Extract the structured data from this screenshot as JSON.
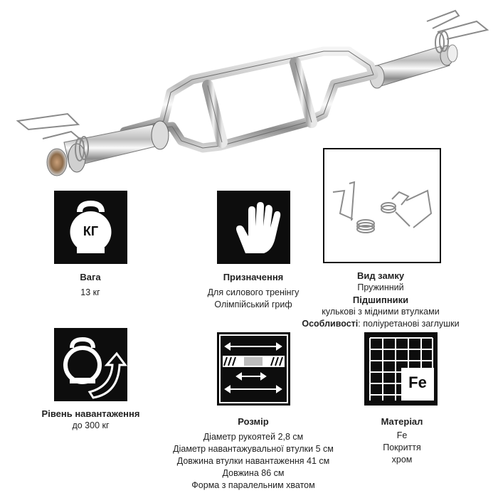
{
  "product_image": {
    "name": "triceps-bar-with-spring-clips"
  },
  "features": [
    {
      "icon": "kettlebell-icon",
      "icon_label": "КГ",
      "title": "Вага",
      "lines": [
        "13 кг"
      ]
    },
    {
      "icon": "hand-icon",
      "title": "Призначення",
      "lines": [
        "Для силового тренінгу",
        "Олімпійський гриф"
      ]
    },
    {
      "icon": "spring-clips-photo",
      "blocks": [
        {
          "title": "Вид замку",
          "text": "Пружинний"
        },
        {
          "title": "Підшипники",
          "text": "кулькові з мідними втулками"
        },
        {
          "title": "Особливості",
          "text": ": поліуретанові заглушки"
        }
      ]
    },
    {
      "icon": "kettlebell-arrow-icon",
      "title": "Рівень навантаження",
      "lines": [
        "до 300 кг"
      ]
    },
    {
      "icon": "dimensions-icon",
      "title": "Розмір",
      "lines": [
        "Діаметр рукоятей 2,8 см",
        "Діаметр навантажувальної втулки 5 см",
        "Довжина втулки навантаження 41 см",
        "Довжина 86 см",
        "Форма з паралельним хватом"
      ]
    },
    {
      "icon": "material-grid-icon",
      "icon_label": "Fe",
      "title": "Матеріал",
      "lines": [
        "Fe",
        "Покриття",
        "хром"
      ]
    }
  ]
}
